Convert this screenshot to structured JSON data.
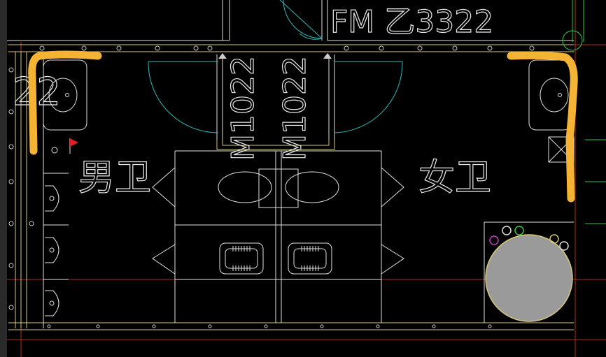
{
  "drawing": {
    "door_tag_top": "FM 乙3322",
    "grid_label_left": "22",
    "door_code_left": "M1022",
    "door_code_right": "M1022",
    "room_male": "男卫",
    "room_female": "女卫"
  },
  "colors": {
    "background": "#000000",
    "line": "#e8e8e8",
    "gridline": "#c0392b",
    "wall_outline": "#d6c878",
    "door_swing": "#2fb8b8",
    "highlight": "#f5b335",
    "flag": "#e02020",
    "drain": "#9a9a9a",
    "green": "#2ecc40"
  }
}
